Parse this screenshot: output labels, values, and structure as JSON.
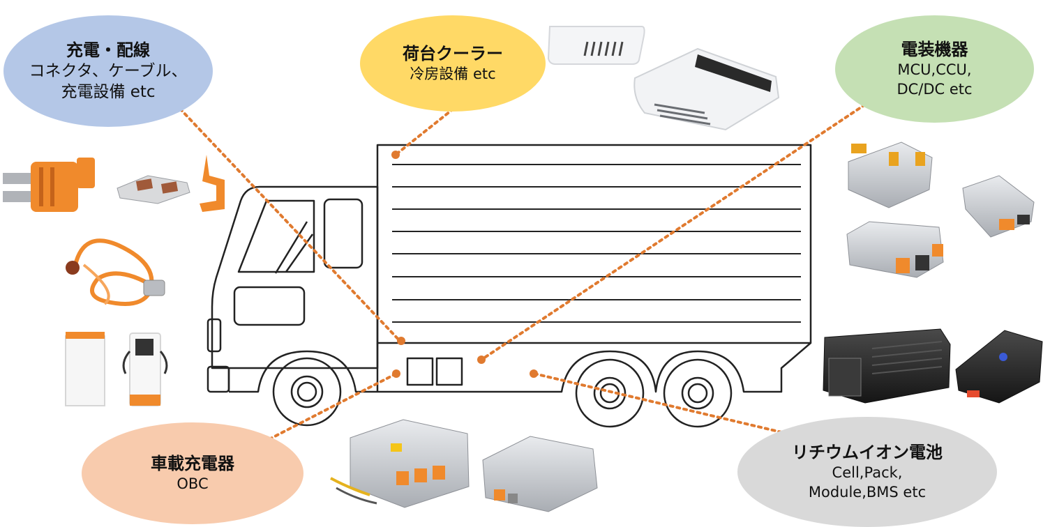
{
  "bubbles": {
    "charging": {
      "title": "充電・配線",
      "line1": "コネクタ、ケーブル、",
      "line2": "充電設備 etc",
      "color": "#b4c7e7"
    },
    "cooler": {
      "title": "荷台クーラー",
      "line1": "冷房設備 etc",
      "color": "#ffd966"
    },
    "electric": {
      "title": "電装機器",
      "line1": "MCU,CCU,",
      "line2": "DC/DC etc",
      "color": "#c5e0b4"
    },
    "obc": {
      "title": "車載充電器",
      "line1": "OBC",
      "color": "#f8cbad"
    },
    "battery": {
      "title": "リチウムイオン電池",
      "line1": "Cell,Pack,",
      "line2": "Module,BMS etc",
      "color": "#d9d9d9"
    }
  },
  "colors": {
    "accent": "#e07a2f",
    "outline": "#222222",
    "product_metal": "#c9ccd1",
    "product_dark": "#2b2b2b",
    "connector_orange": "#f08a2c"
  },
  "icons": [
    "roof-ac-unit-icon",
    "busbar-connector-icon",
    "wire-harness-icon",
    "charging-station-icon",
    "controller-module-icon",
    "battery-pack-icon",
    "onboard-charger-icon",
    "truck-outline-icon"
  ]
}
